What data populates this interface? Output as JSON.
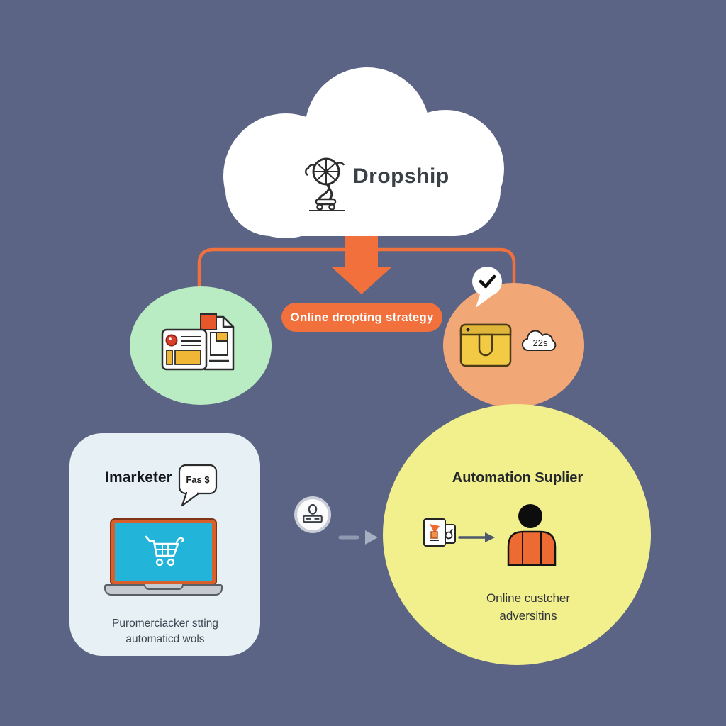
{
  "canvas": {
    "background": "#5b6485",
    "accent": "#f1703c",
    "green_node": "#b9ecc3",
    "orange_node": "#f2a777",
    "yellow_node": "#f2ef8d",
    "card": "#e7f1f5"
  },
  "cloud": {
    "brand": "Dropship"
  },
  "banner": {
    "label": "Online dropting strategy"
  },
  "supplier_node": {
    "cloud_badge": "22s"
  },
  "marketer_card": {
    "title": "Imarketer",
    "bubble_label": "Fas $",
    "caption_line1": "Puromerciacker stting",
    "caption_line2": "automaticd wols"
  },
  "automation_circle": {
    "title": "Automation Suplier",
    "caption_line1": "Online custcher",
    "caption_line2": "adversitins"
  }
}
